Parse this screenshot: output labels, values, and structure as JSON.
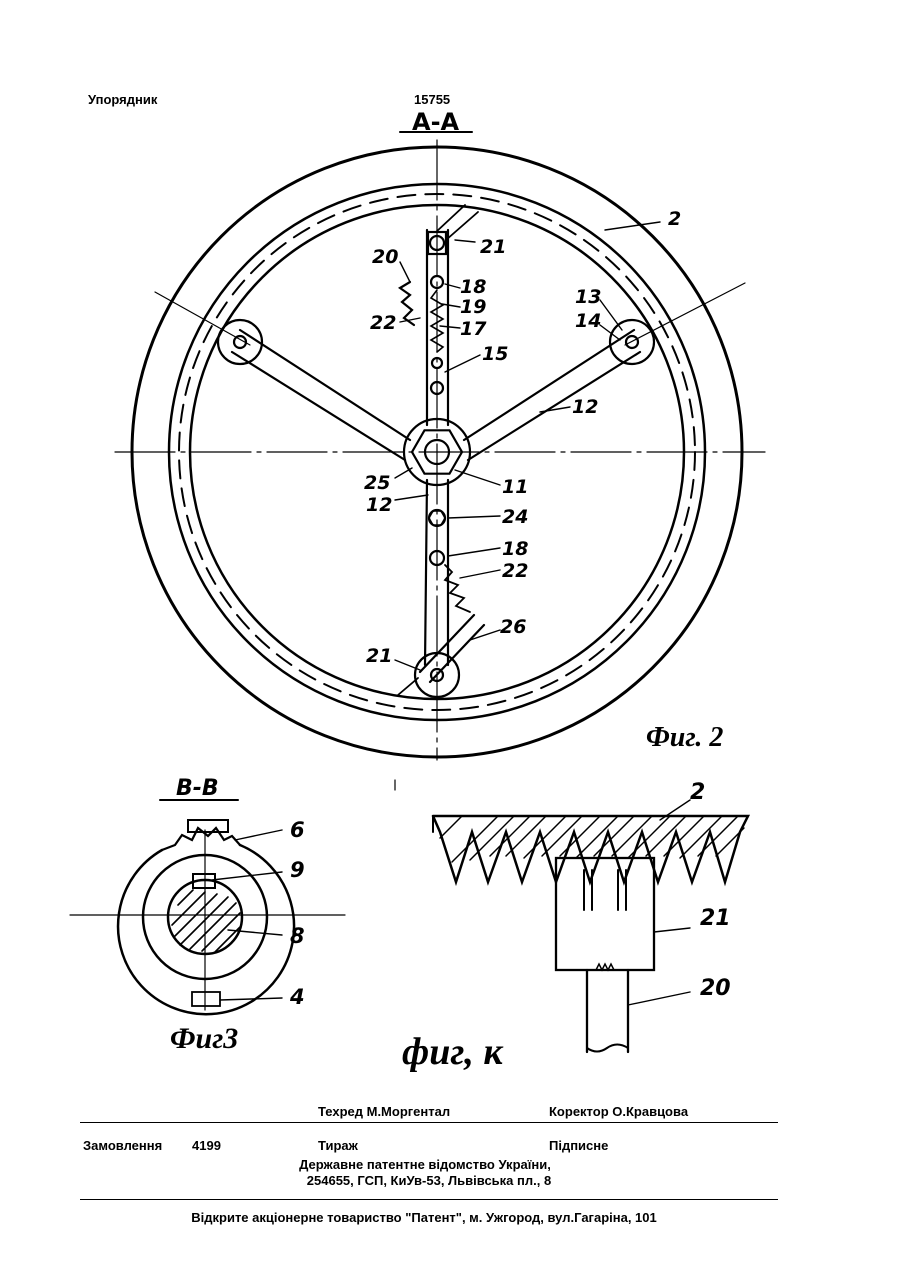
{
  "header": {
    "compiler": "Упорядник",
    "patent_number": "15755"
  },
  "fig2": {
    "section": "А-А",
    "caption": "Фиг. 2",
    "labels": [
      "2",
      "21",
      "20",
      "18",
      "19",
      "22",
      "17",
      "15",
      "13",
      "14",
      "12",
      "25",
      "11",
      "12",
      "24",
      "18",
      "22",
      "26",
      "21"
    ]
  },
  "fig3": {
    "section": "В-В",
    "caption": "Фиг3",
    "labels": [
      "6",
      "9",
      "8",
      "4"
    ]
  },
  "fig4": {
    "caption": "фиг, к",
    "labels": [
      "2",
      "21",
      "20"
    ]
  },
  "footer": {
    "tech_editor": "Техред М.Моргентал",
    "proofreader": "Коректор О.Кравцова",
    "order_label": "Замовлення",
    "order_number": "4199",
    "circulation": "Тираж",
    "subscription": "Підписне",
    "office_line1": "Державне патентне відомство України,",
    "office_line2": "254655, ГСП, КиУв-53, Львівська пл., 8",
    "publisher": "Відкрите акціонерне товариство \"Патент\", м. Ужгород, вул.Гагаріна, 101"
  }
}
